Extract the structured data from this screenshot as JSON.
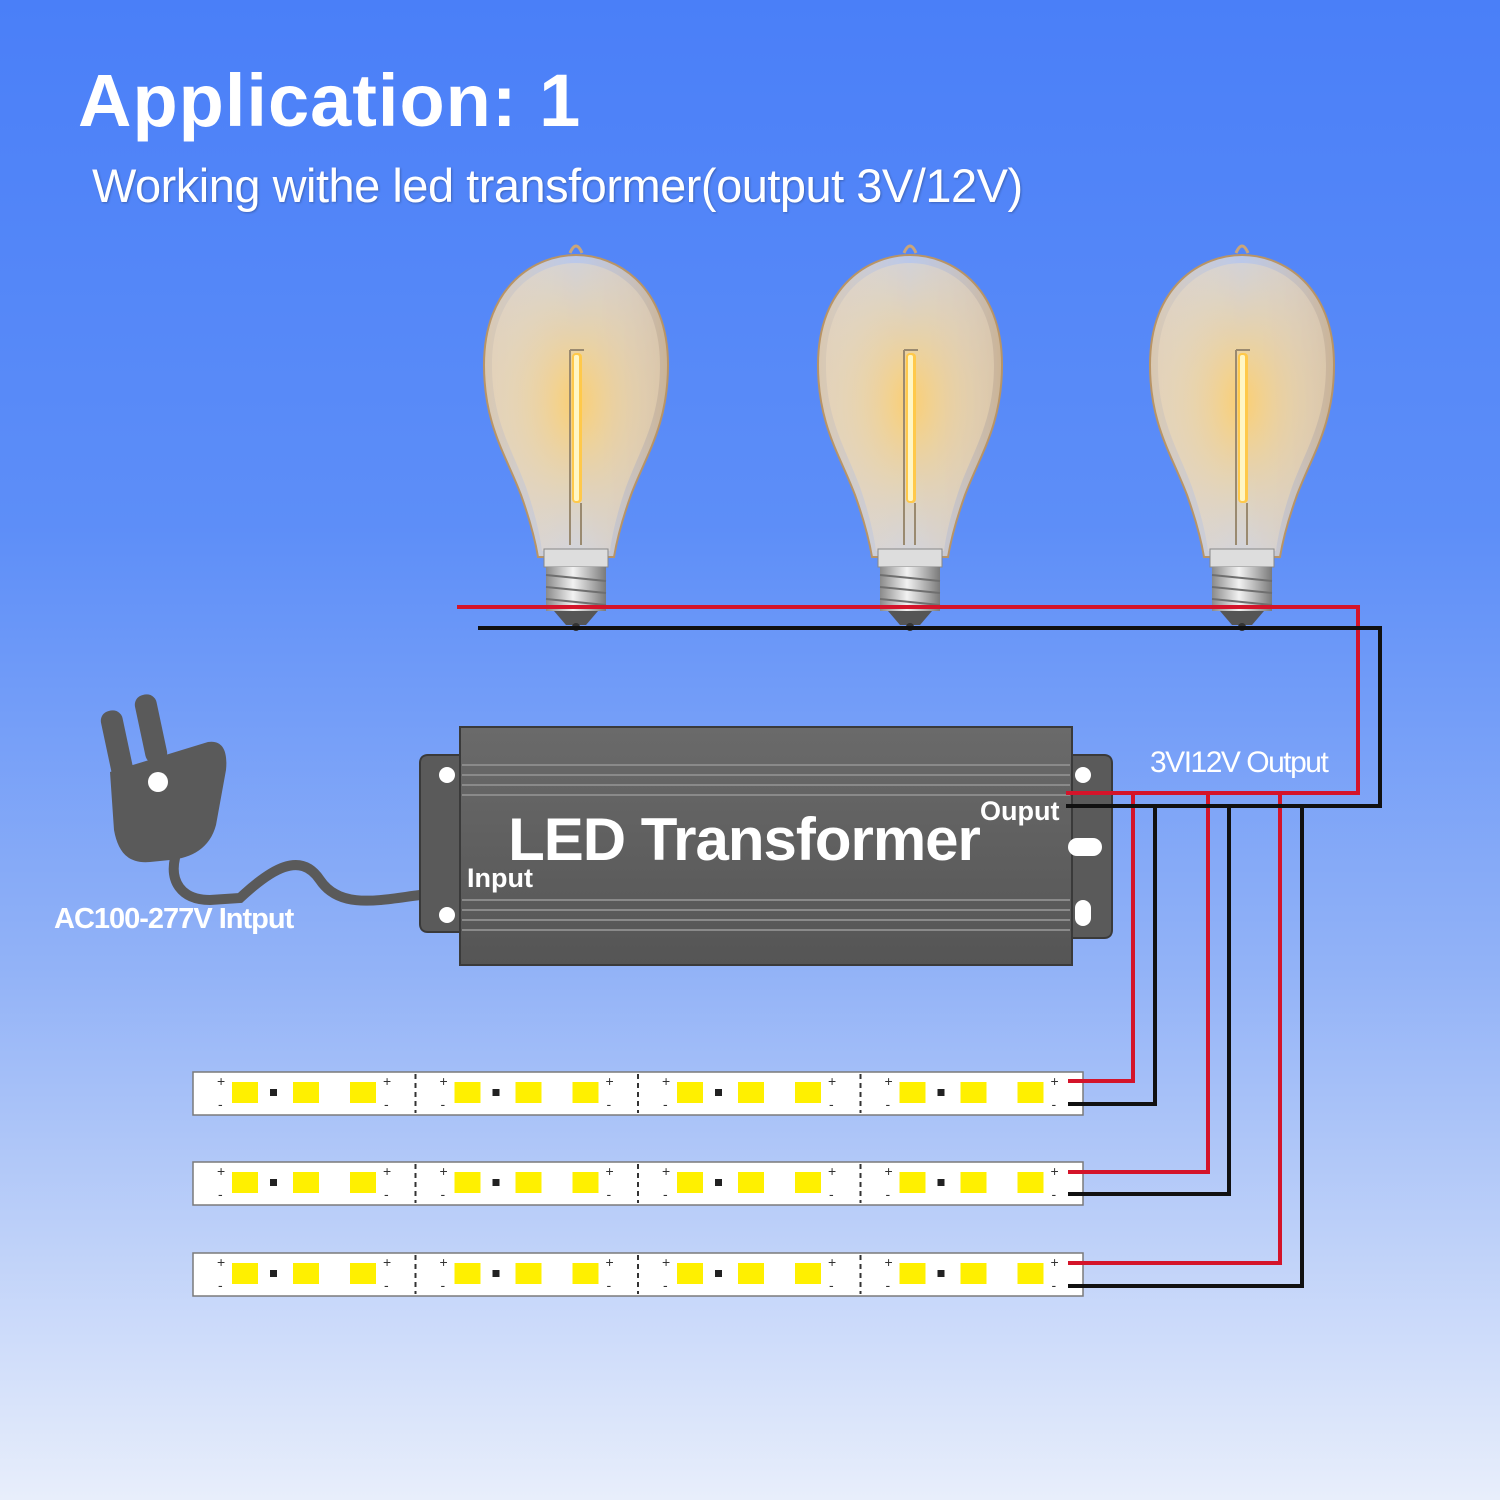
{
  "header": {
    "title": "Application: 1",
    "subtitle": "Working withe led transformer(output 3V/12V)"
  },
  "transformer": {
    "name": "LED Transformer",
    "input_label": "Input",
    "output_label": "Ouput"
  },
  "labels": {
    "ac_input": "AC100-277V Intput",
    "dc_output": "3VI12V Output"
  },
  "strip_marks": {
    "plus": "+",
    "minus": "-"
  },
  "colors": {
    "background_top": "#4a7ff8",
    "background_bottom": "#e8eefb",
    "wire_positive": "#d4142a",
    "wire_negative": "#111111",
    "transformer_body": "#5e5e5e",
    "led_chip": "#fff000",
    "bulb_glow": "#ffb347"
  },
  "icons": [
    "plug-icon",
    "bulb-icon",
    "led-strip-icon"
  ]
}
